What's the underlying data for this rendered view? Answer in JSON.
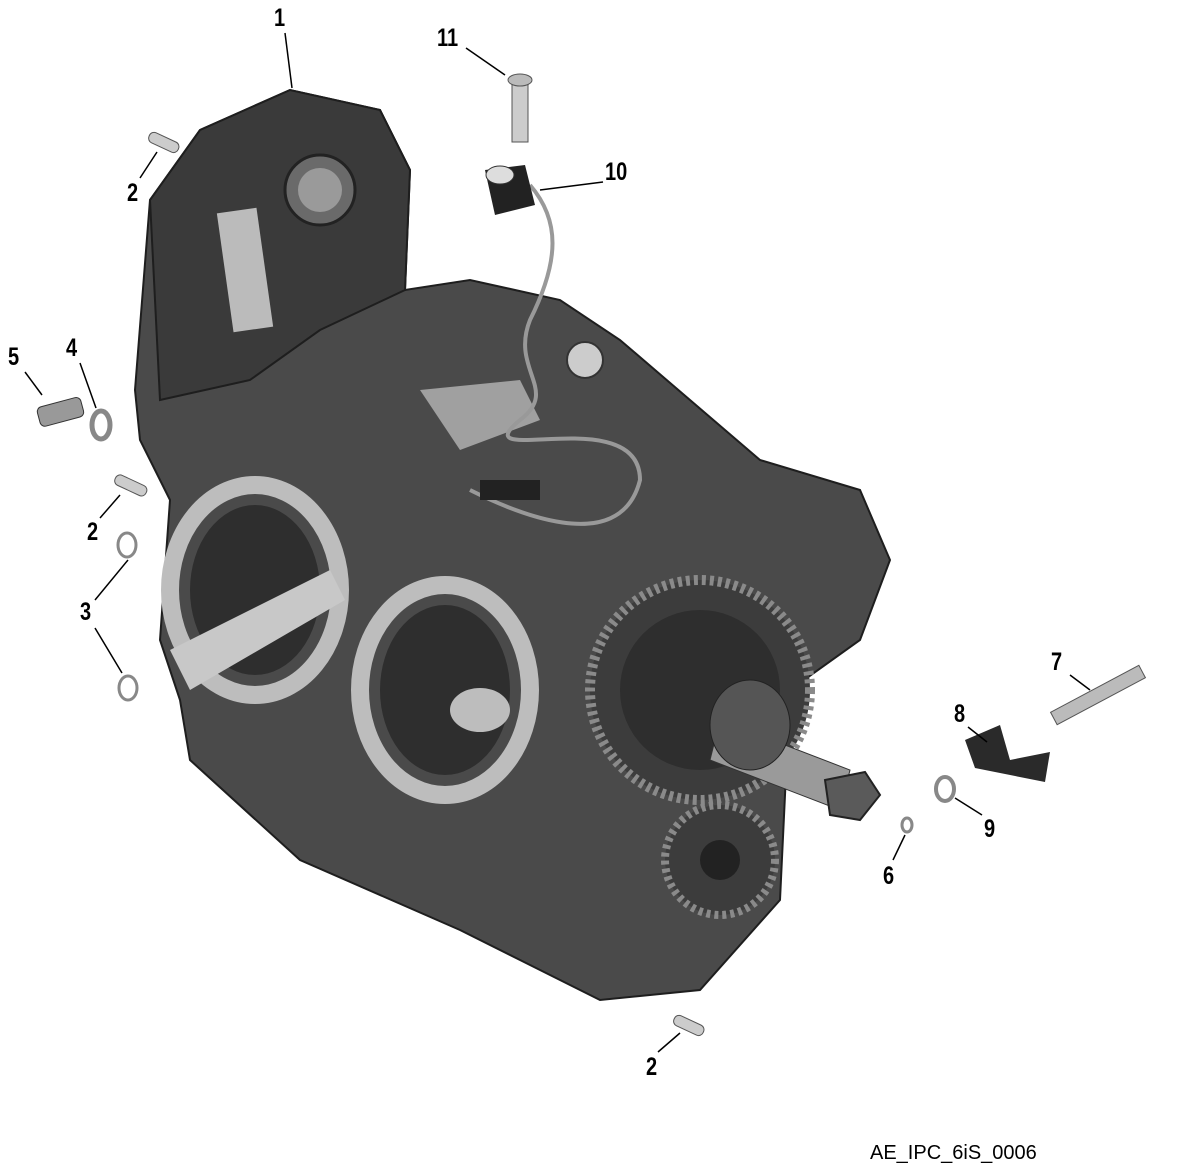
{
  "diagram": {
    "title": "Engine crankcase exploded view",
    "callouts": [
      {
        "id": "c1",
        "label": "1"
      },
      {
        "id": "c2a",
        "label": "2"
      },
      {
        "id": "c2b",
        "label": "2"
      },
      {
        "id": "c2c",
        "label": "2"
      },
      {
        "id": "c3",
        "label": "3"
      },
      {
        "id": "c4",
        "label": "4"
      },
      {
        "id": "c5",
        "label": "5"
      },
      {
        "id": "c6",
        "label": "6"
      },
      {
        "id": "c7",
        "label": "7"
      },
      {
        "id": "c8",
        "label": "8"
      },
      {
        "id": "c9",
        "label": "9"
      },
      {
        "id": "c10",
        "label": "10"
      },
      {
        "id": "c11",
        "label": "11"
      }
    ],
    "caption": "AE_IPC_6iS_0006",
    "colors": {
      "body": "#4a4a4a",
      "dark": "#2e2e2e",
      "light": "#8a8a8a",
      "gasket": "#bdbdbd"
    }
  }
}
